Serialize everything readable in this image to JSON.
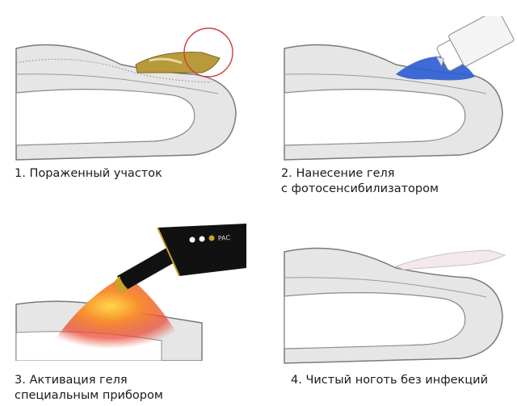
{
  "steps": [
    {
      "line1": "1. Пораженный участок",
      "line2": ""
    },
    {
      "line1": "2. Нанесение геля",
      "line2": "с фотосенсибилизатором"
    },
    {
      "line1": "3. Активация геля",
      "line2": "специальным прибором"
    },
    {
      "line1": "4. Чистый ноготь без инфекций",
      "line2": ""
    }
  ],
  "device_label": "PAC",
  "colors": {
    "tissue_fill": "#e6e6e6",
    "tissue_stroke": "#7a7a7a",
    "gel": "#2f5fd0",
    "infection": "#b89a3a",
    "marker_circle": "#d63a3a",
    "device_body": "#111111",
    "device_accent": "#c9a227",
    "light_core": "#ffd84a",
    "light_outer": "#e9412b"
  }
}
